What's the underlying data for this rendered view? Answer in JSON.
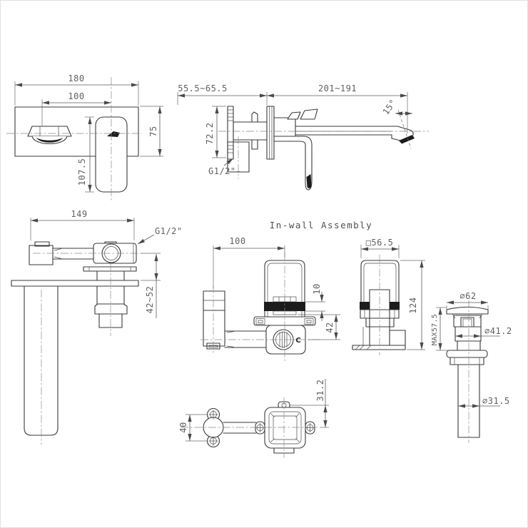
{
  "title": "In-wall Assembly",
  "colors": {
    "line": "#3a3a3a",
    "dim_text": "#5f5f5f",
    "fill_black": "#1c1c1c",
    "background": "#ffffff"
  },
  "views": {
    "front_panel": {
      "plate_width": "180",
      "spout_to_handle": "100",
      "plate_height": "75",
      "handle_height": "107.5"
    },
    "side_profile": {
      "wall_depth_range": "55.5~65.5",
      "spout_reach_range": "201~191",
      "spout_angle": "15°",
      "body_height": "72.2",
      "inlet_thread": "G1/2\"-"
    },
    "top_rough_in": {
      "body_width": "149",
      "outlet_thread": "G1/2\"",
      "wall_thickness_range": "42~52"
    },
    "inwall_front": {
      "inlet_spacing": "100",
      "band_width": "10",
      "center_depth": "42",
      "cold_port_mark": "C"
    },
    "inwall_side": {
      "square_size": "□56.5",
      "total_height": "124"
    },
    "drain": {
      "flange_diameter": "∅62",
      "max_depth": "MAX57.5",
      "body_diameter": "∅41.2",
      "tail_diameter": "∅31.5"
    },
    "bottom_mount": {
      "screw_pitch": "40",
      "tab_offset": "31.2"
    }
  }
}
